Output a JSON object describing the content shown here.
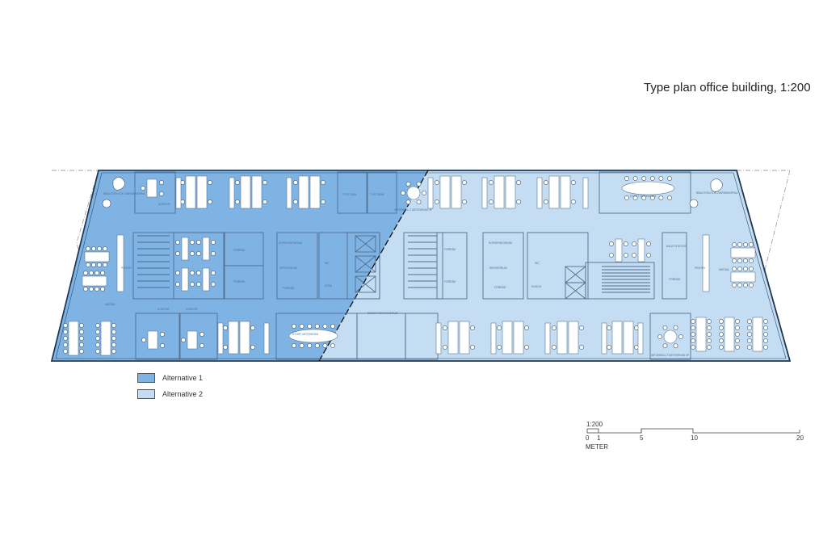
{
  "title": "Type plan office building, 1:200",
  "legend": [
    {
      "label": "Alternative 1",
      "color": "#7fb3e3"
    },
    {
      "label": "Alternative 2",
      "color": "#c4ddf3"
    }
  ],
  "scale_bar": {
    "ratio": "1:200",
    "ticks": [
      "0",
      "1",
      "5",
      "10",
      "20"
    ],
    "unit": "METER"
  },
  "rooms": {
    "kontor": "KONTOR",
    "forrad": "FÖRRÅD",
    "matsal": "MATSAL",
    "pentry": "PENTRY",
    "serverrum": "SERVERRUM",
    "stad": "STÄD",
    "dusch": "DUSCH",
    "wc": "WC",
    "reception": "RECEPTION/VÄNTRUM",
    "motesrum_stort": "STORT MÖTESRUM",
    "motesrum_4p": "INFORMELLT MÖTESRUM 4P",
    "tyst": "TYST RUM",
    "bibliotek": "BIBLIOTEK/ IDÉ-/VARMEMÖRKA",
    "miljo": "MILJÖ STATION",
    "kopiering": "KOPIERINGSRUM"
  }
}
